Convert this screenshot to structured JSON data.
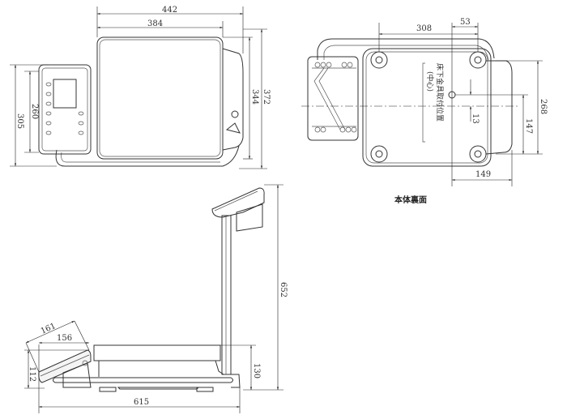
{
  "top_view": {
    "dims": {
      "width_overall": "442",
      "width_platform": "384",
      "depth_display": "305",
      "depth_display_inner": "260",
      "depth_platform": "344",
      "depth_overall": "372"
    }
  },
  "bottom_view": {
    "dims": {
      "hole_spacing_x": "308",
      "center_offset_x": "53",
      "depth_overall": "268",
      "center_to_edge": "147",
      "center_offset_y": "13",
      "center_to_right": "149"
    },
    "annotation": "床下金具取付位置",
    "annotation_sub": "(中心)",
    "caption": "本体裏面"
  },
  "side_view": {
    "dims": {
      "height_overall": "652",
      "display_diag": "161",
      "display_depth": "156",
      "display_height": "112",
      "platform_height": "130",
      "length_overall": "615"
    }
  }
}
